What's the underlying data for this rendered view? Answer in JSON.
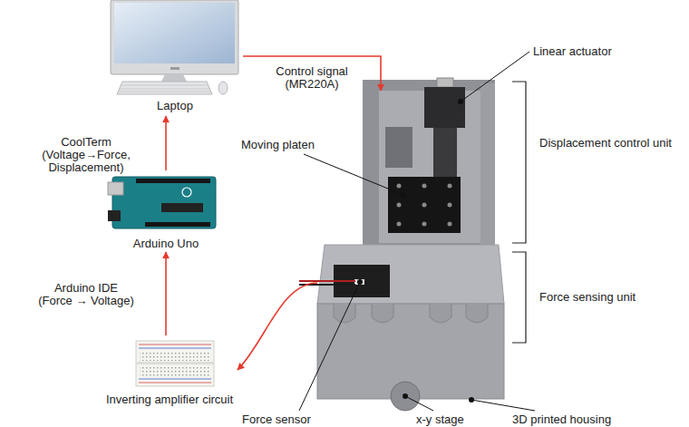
{
  "diagram": {
    "nodes": [
      {
        "text": [
          "Laptop"
        ]
      },
      {
        "text": [
          "Arduino Uno"
        ]
      },
      {
        "text": [
          "Inverting amplifier circuit"
        ]
      },
      {
        "text": [
          "Displacement control unit"
        ]
      },
      {
        "text": [
          "Force sensing unit"
        ]
      }
    ],
    "edges": [
      {
        "from": 1,
        "to": 0,
        "arrow": "to",
        "label": "CoolTerm (Voltage→Force, Displacement)"
      },
      {
        "from": 2,
        "to": 1,
        "arrow": "to",
        "label": "Arduino IDE (Force → Voltage)"
      },
      {
        "from": 0,
        "to": 3,
        "arrow": "to",
        "label": "Control signal (MR220A)"
      },
      {
        "from": 4,
        "to": 2,
        "arrow": "to"
      }
    ],
    "labels": [
      "Linear actuator",
      "Moving platen",
      "Force sensor",
      "x-y stage",
      "3D printed housing"
    ]
  }
}
